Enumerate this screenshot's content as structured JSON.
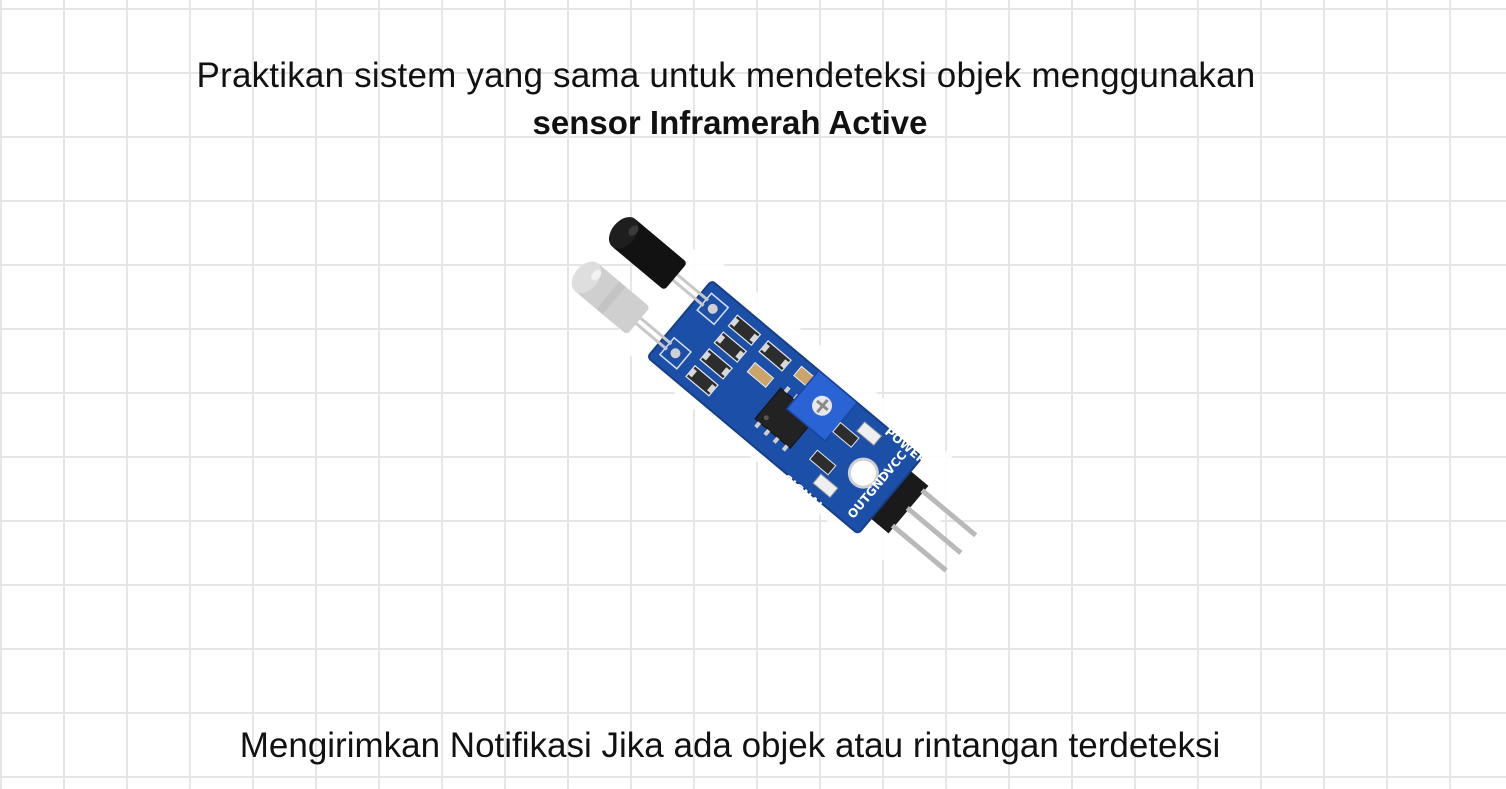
{
  "title": {
    "line1": "Praktikan sistem yang sama untuk mendeteksi objek menggunakan",
    "line2": "sensor Inframerah Active"
  },
  "footer": {
    "text": "Mengirimkan Notifikasi Jika ada objek atau rintangan terdeteksi"
  },
  "sensor_board": {
    "labels": {
      "power": "POWER",
      "vcc": "VCC",
      "gnd": "GND",
      "out": "OUT",
      "signal": "SIGNAL"
    },
    "colors": {
      "board": "#1c4fa8",
      "potentiometer": "#2a63d4",
      "background": "#ffffff",
      "grid": "#e6e6e6"
    }
  }
}
